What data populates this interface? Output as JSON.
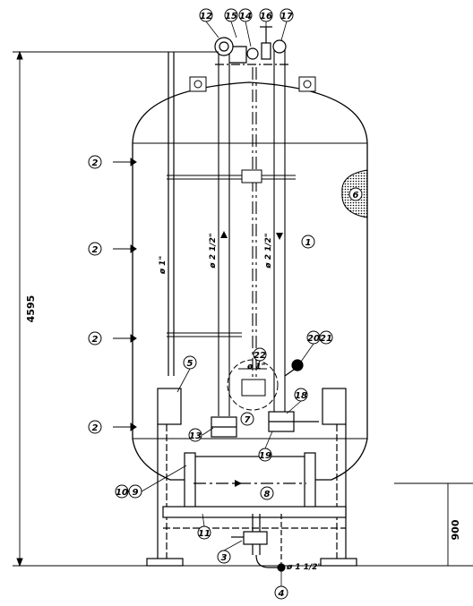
{
  "dimensions": {
    "overall_height": "4595",
    "leg_height": "900"
  },
  "pipe_labels": {
    "inner_left": "ø 2 1/2\"",
    "inner_right": "ø 2 1/2\"",
    "side_pipe": "ø 1\"",
    "center_pipe": "ø 1\"",
    "bottom_pipe": "ø 1 1/2\""
  },
  "balloons": {
    "tank": "1",
    "port_a": "2",
    "port_b": "2",
    "port_c": "2",
    "port_d": "2",
    "bottom_valve": "3",
    "drain": "4",
    "sight_gauge": "5",
    "manhole": "6",
    "distributor": "7",
    "header": "8",
    "bolt_a": "9",
    "bolt_b": "10",
    "support": "11",
    "top_left_flange": "12",
    "lower_valve_left": "13",
    "top_center_a": "14",
    "top_center_b": "15",
    "top_valve": "16",
    "top_right": "17",
    "lower_valve_right": "18",
    "lower_tee": "19",
    "gauge_a": "20",
    "gauge_b": "21",
    "center_detail": "22"
  }
}
